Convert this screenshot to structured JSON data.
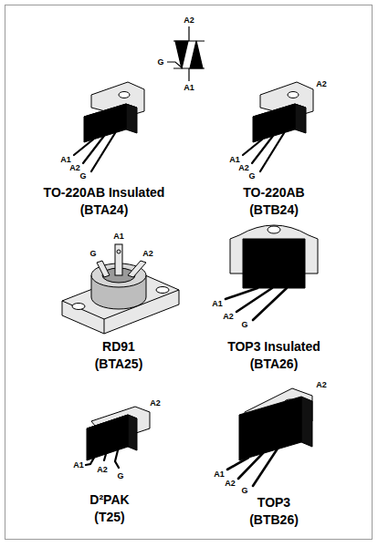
{
  "diagram": {
    "labels": [
      "A2",
      "G",
      "A1",
      "A1",
      "A2",
      "G",
      "TO-220AB Insulated",
      "(BTA24)",
      "A2",
      "A1",
      "A2",
      "G",
      "TO-220AB",
      "(BTB24)",
      "G",
      "A1",
      "A2",
      "RD91",
      "(BTA25)",
      "A1",
      "A2",
      "G",
      "TOP3 Insulated",
      "(BTA26)",
      "A2",
      "A1",
      "A2",
      "G",
      "D²PAK",
      "(T25)",
      "A2",
      "A1",
      "A2",
      "G",
      "TOP3",
      "(BTB26)"
    ]
  }
}
